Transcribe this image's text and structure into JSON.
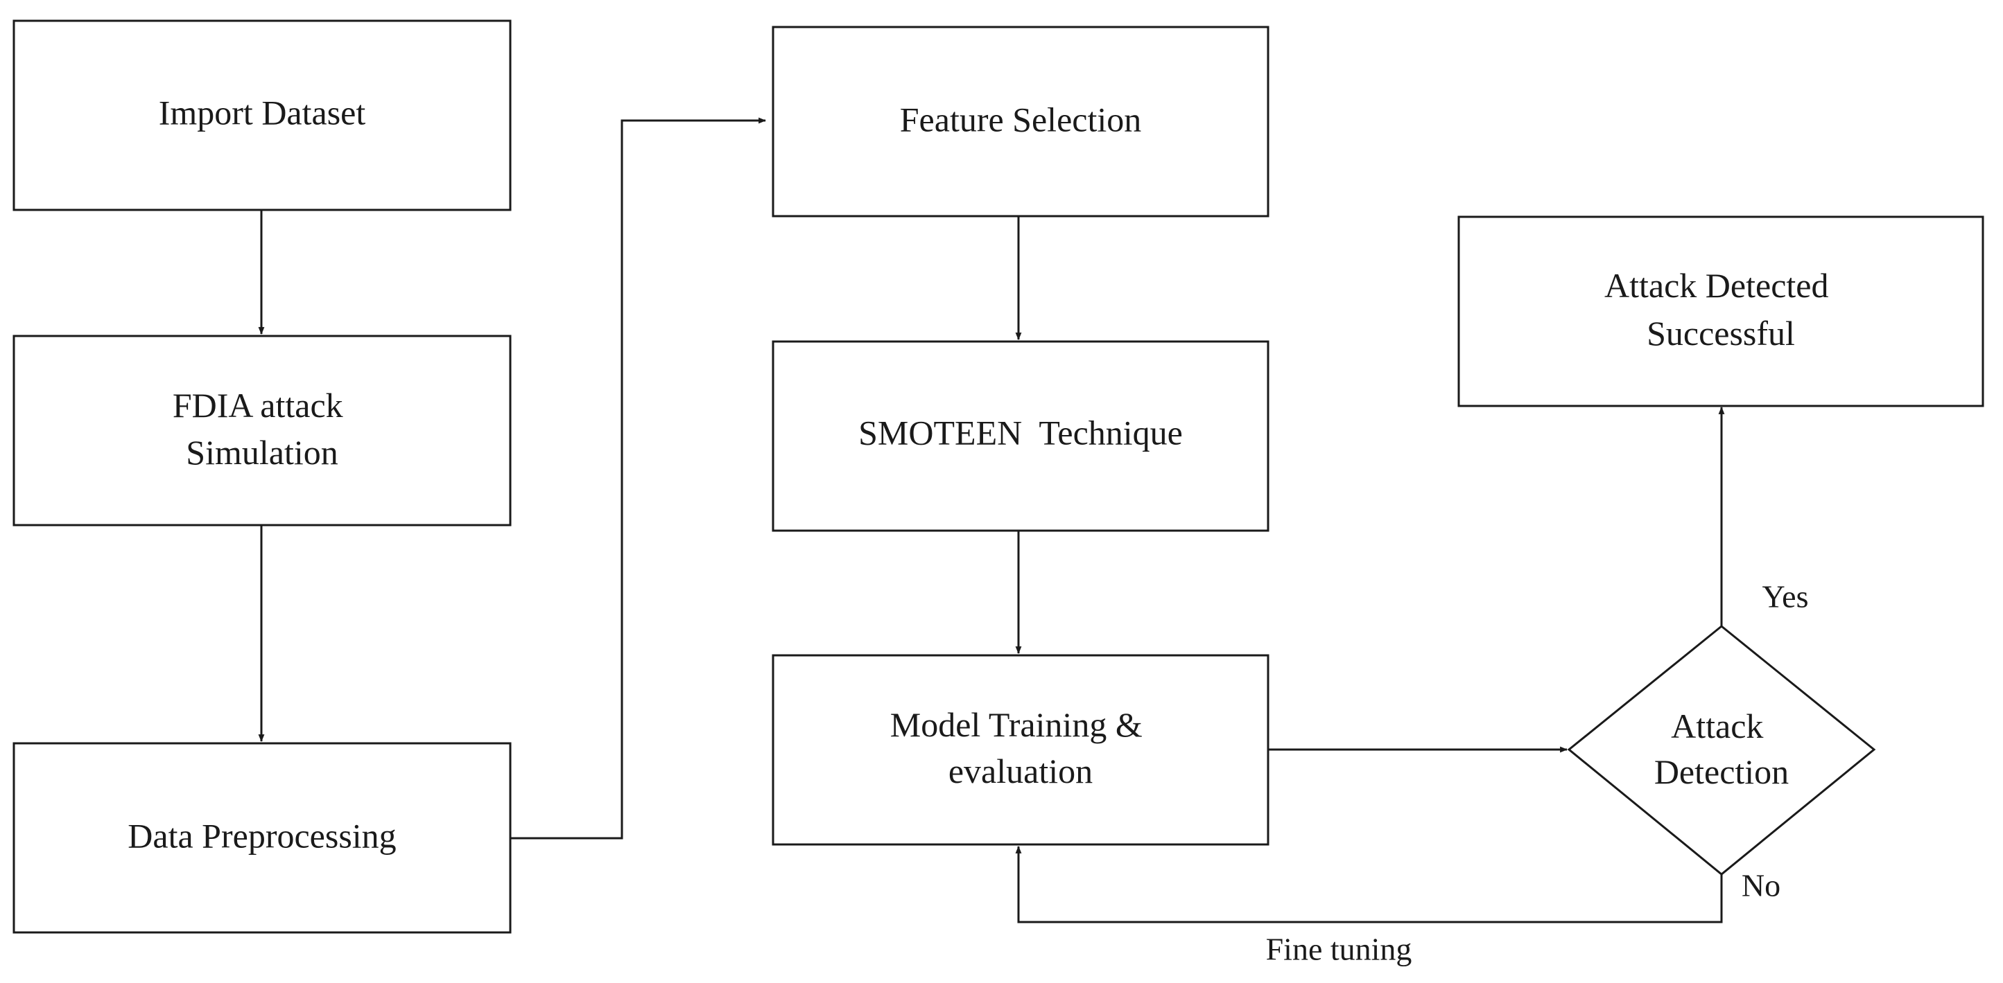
{
  "nodes": {
    "import_dataset": {
      "lines": [
        "Import Dataset"
      ]
    },
    "fdia_simulation": {
      "lines": [
        "FDIA attack",
        "Simulation"
      ]
    },
    "data_preprocessing": {
      "lines": [
        "Data Preprocessing"
      ]
    },
    "feature_selection": {
      "lines": [
        "Feature Selection"
      ]
    },
    "smoteen": {
      "lines": [
        "SMOTEEN  Technique"
      ]
    },
    "model_training": {
      "lines": [
        "Model Training &",
        "evaluation"
      ]
    },
    "attack_detection": {
      "lines": [
        "Attack",
        "Detection"
      ]
    },
    "attack_detected": {
      "lines": [
        "Attack Detected",
        "Successful"
      ]
    }
  },
  "edges": {
    "yes_label": "Yes",
    "no_label": "No",
    "fine_tuning_label": "Fine tuning"
  },
  "colors": {
    "stroke": "#1a1a1a",
    "background": "#ffffff"
  }
}
